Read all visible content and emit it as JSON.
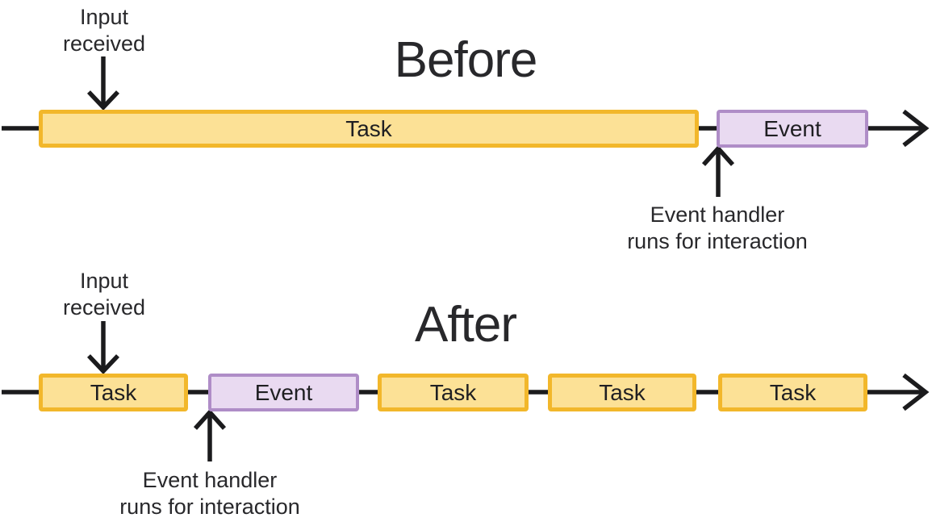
{
  "colors": {
    "task_fill": "#FCE196",
    "task_border": "#F2B72B",
    "event_fill": "#E9DAF1",
    "event_border": "#AF8DC7",
    "line": "#1B1B1D",
    "text": "#28282B",
    "bg": "#FFFFFF"
  },
  "before": {
    "title": "Before",
    "input_label": "Input\nreceived",
    "handler_label": "Event handler\nruns for interaction",
    "segments": [
      {
        "type": "task",
        "label": "Task"
      },
      {
        "type": "event",
        "label": "Event"
      }
    ]
  },
  "after": {
    "title": "After",
    "input_label": "Input\nreceived",
    "handler_label": "Event handler\nruns for interaction",
    "segments": [
      {
        "type": "task",
        "label": "Task"
      },
      {
        "type": "event",
        "label": "Event"
      },
      {
        "type": "task",
        "label": "Task"
      },
      {
        "type": "task",
        "label": "Task"
      },
      {
        "type": "task",
        "label": "Task"
      }
    ]
  }
}
